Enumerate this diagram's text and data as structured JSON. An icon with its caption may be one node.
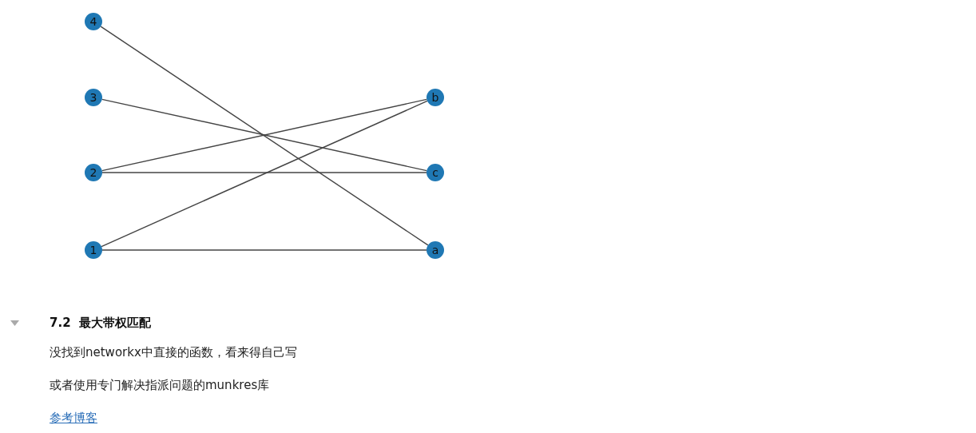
{
  "diagram": {
    "title": "7.2  最大带权匹配",
    "nodes": [
      {
        "text": [
          "4"
        ]
      },
      {
        "text": [
          "3"
        ]
      },
      {
        "text": [
          "2"
        ]
      },
      {
        "text": [
          "1"
        ]
      },
      {
        "text": [
          "b"
        ]
      },
      {
        "text": [
          "c"
        ]
      },
      {
        "text": [
          "a"
        ]
      }
    ],
    "edges": [
      {
        "from": 0,
        "to": 6,
        "arrow": "none"
      },
      {
        "from": 1,
        "to": 5,
        "arrow": "none"
      },
      {
        "from": 2,
        "to": 4,
        "arrow": "none"
      },
      {
        "from": 2,
        "to": 5,
        "arrow": "none"
      },
      {
        "from": 3,
        "to": 4,
        "arrow": "none"
      },
      {
        "from": 3,
        "to": 6,
        "arrow": "none"
      }
    ],
    "labels": [
      "没找到networkx中直接的函数，看来得自己写",
      "或者使用专门解决指派问题的munkres库",
      "参考博客"
    ]
  }
}
